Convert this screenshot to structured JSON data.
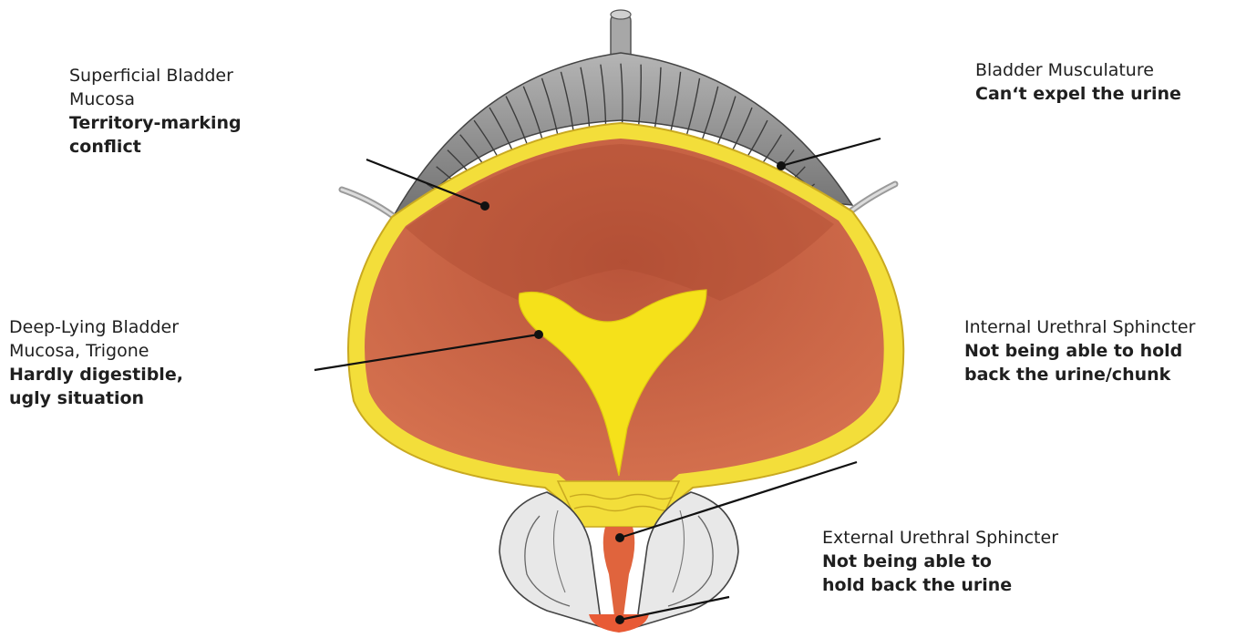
{
  "labels": {
    "superficial_mucosa": {
      "title_lines": [
        "Superficial Bladder",
        "Mucosa"
      ],
      "conflict_lines": [
        "Territory-marking",
        "conflict"
      ]
    },
    "bladder_musculature": {
      "title_lines": [
        "Bladder Musculature"
      ],
      "conflict_lines": [
        "Can‘t expel the urine"
      ]
    },
    "deep_mucosa_trigone": {
      "title_lines": [
        "Deep-Lying Bladder",
        "Mucosa, Trigone"
      ],
      "conflict_lines": [
        "Hardly digestible,",
        "ugly situation"
      ]
    },
    "internal_sphincter": {
      "title_lines": [
        "Internal Urethral Sphincter"
      ],
      "conflict_lines": [
        "Not being able to hold",
        "back the urine/chunk"
      ]
    },
    "external_sphincter": {
      "title_lines": [
        "External Urethral Sphincter"
      ],
      "conflict_lines": [
        "Not being able to",
        "hold back the urine"
      ]
    }
  },
  "colors": {
    "mucosa": "#c4583d",
    "mucosa_light": "#d8704f",
    "trigone": "#f5e11a",
    "wall_yellow": "#f3de3a",
    "muscle_gray": "#8d8d8d",
    "leader_line": "#111111"
  }
}
